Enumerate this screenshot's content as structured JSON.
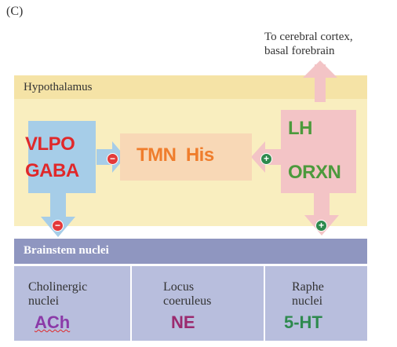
{
  "panel_letter": "(C)",
  "top_annotation": [
    "To cerebral cortex,",
    "basal forebrain"
  ],
  "hypothalamus_label": "Hypothalamus",
  "vlpo": {
    "line1": "VLPO",
    "line2": "GABA"
  },
  "tmn": {
    "label": "TMN  His"
  },
  "lh": {
    "line1": "LH",
    "line2": "ORXN"
  },
  "brainstem_label": "Brainstem nuclei",
  "nuclei": [
    {
      "line1": "Cholinergic",
      "line2": "nuclei",
      "transmitter": "ACh",
      "color": "#8b3aa8"
    },
    {
      "line1": "Locus",
      "line2": "coeruleus",
      "transmitter": "NE",
      "color": "#9b2a6e"
    },
    {
      "line1": "Raphe",
      "line2": "nuclei",
      "transmitter": "5-HT",
      "color": "#2e8a4e"
    }
  ],
  "signs": {
    "inhibit": "−",
    "excite": "+"
  },
  "colors": {
    "hypothalamus_band": "#f5e3a6",
    "hypothalamus_body": "#f9eebf",
    "vlpo_box": "#a6cde8",
    "vlpo_text": "#e0282a",
    "tmn_box": "#f8d8b6",
    "tmn_text": "#ef7d2c",
    "lh_box": "#f3c4c6",
    "lh_text": "#4c9a3c",
    "brainstem_band": "#8f96c0",
    "brainstem_cells": "#b8bedd",
    "inhibit_badge": "#e33a3a",
    "excite_badge": "#2e8a4e"
  }
}
